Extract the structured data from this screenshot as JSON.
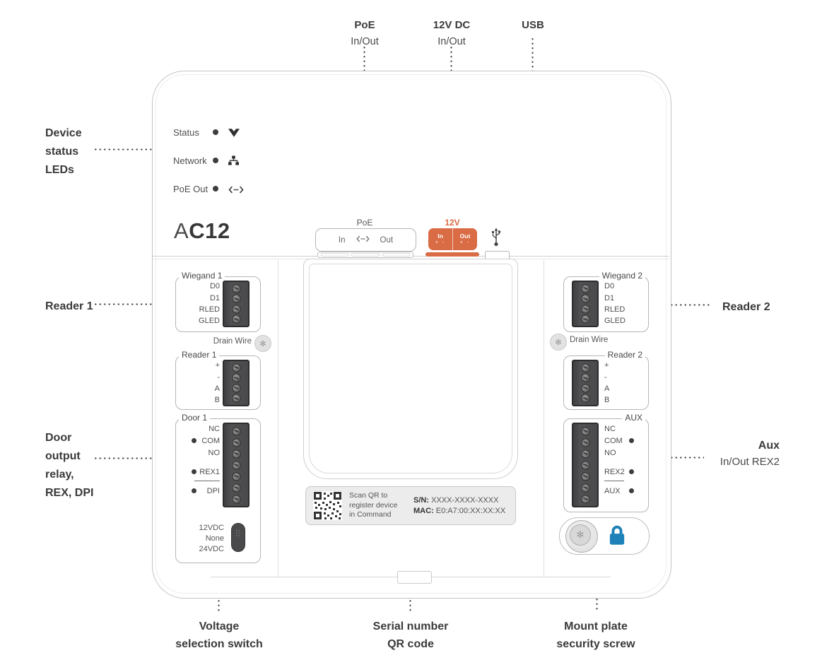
{
  "colors": {
    "accent_orange": "#D96B45",
    "lock_blue": "#1E81B7"
  },
  "callouts": {
    "top_poe_title": "PoE",
    "top_poe_subtitle": "In/Out",
    "top_12v_title": "12V DC",
    "top_12v_subtitle": "In/Out",
    "top_usb_title": "USB",
    "left_status": "Device\nstatus\nLEDs",
    "left_reader1": "Reader 1",
    "left_door": "Door\noutput\nrelay,\nREX, DPI",
    "right_reader2": "Reader 2",
    "right_aux_title": "Aux",
    "right_aux_subtitle": "In/Out REX2",
    "bottom_voltage": "Voltage\nselection switch",
    "bottom_serial": "Serial number\nQR code",
    "bottom_mount": "Mount plate\nsecurity screw"
  },
  "device": {
    "model_prefix": "A",
    "model_suffix": "C12",
    "status_leds": [
      {
        "label": "Status"
      },
      {
        "label": "Network"
      },
      {
        "label": "PoE Out"
      }
    ],
    "ports": {
      "poe_label": "PoE",
      "poe_in": "In",
      "poe_out": "Out",
      "dc_label": "12V",
      "dc_in": "In",
      "dc_out": "Out",
      "dc_in_polarity": "+ -",
      "dc_out_polarity": "+ -"
    },
    "drain_wire_left": "Drain Wire",
    "drain_wire_right": "Drain Wire",
    "groups": {
      "wiegand1": {
        "label": "Wiegand 1",
        "terminals": 4,
        "pins": [
          {
            "label": "D0"
          },
          {
            "label": "D1"
          },
          {
            "label": "RLED"
          },
          {
            "label": "GLED"
          }
        ]
      },
      "reader1": {
        "label": "Reader 1",
        "terminals": 4,
        "pins": [
          {
            "label": "+"
          },
          {
            "label": "-"
          },
          {
            "label": "A"
          },
          {
            "label": "B"
          }
        ]
      },
      "door1": {
        "label": "Door 1",
        "terminals": 7,
        "pins": [
          {
            "label": "NC"
          },
          {
            "label": "COM",
            "led": true
          },
          {
            "label": "NO"
          },
          {
            "label": "REX1",
            "led": true,
            "gap": true
          },
          {
            "label": "DPI",
            "led": true,
            "sep": true
          }
        ]
      },
      "wiegand2": {
        "label": "Wiegand 2",
        "terminals": 4,
        "pins": [
          {
            "label": "D0"
          },
          {
            "label": "D1"
          },
          {
            "label": "RLED"
          },
          {
            "label": "GLED"
          }
        ]
      },
      "reader2": {
        "label": "Reader 2",
        "terminals": 4,
        "pins": [
          {
            "label": "+"
          },
          {
            "label": "-"
          },
          {
            "label": "A"
          },
          {
            "label": "B"
          }
        ]
      },
      "aux": {
        "label": "AUX",
        "terminals": 7,
        "pins": [
          {
            "label": "NC"
          },
          {
            "label": "COM",
            "led": true
          },
          {
            "label": "NO"
          },
          {
            "label": "REX2",
            "led": true,
            "gap": true
          },
          {
            "label": "AUX",
            "led": true,
            "sep": true
          }
        ]
      }
    },
    "voltage_switch": {
      "options": [
        "12VDC",
        "None",
        "24VDC"
      ]
    },
    "qr_plate": {
      "instruction": "Scan QR to\nregister device\nin Command",
      "sn_label": "S/N:",
      "sn_value": "XXXX-XXXX-XXXX",
      "mac_label": "MAC:",
      "mac_value": "E0:A7:00:XX:XX:XX"
    }
  }
}
